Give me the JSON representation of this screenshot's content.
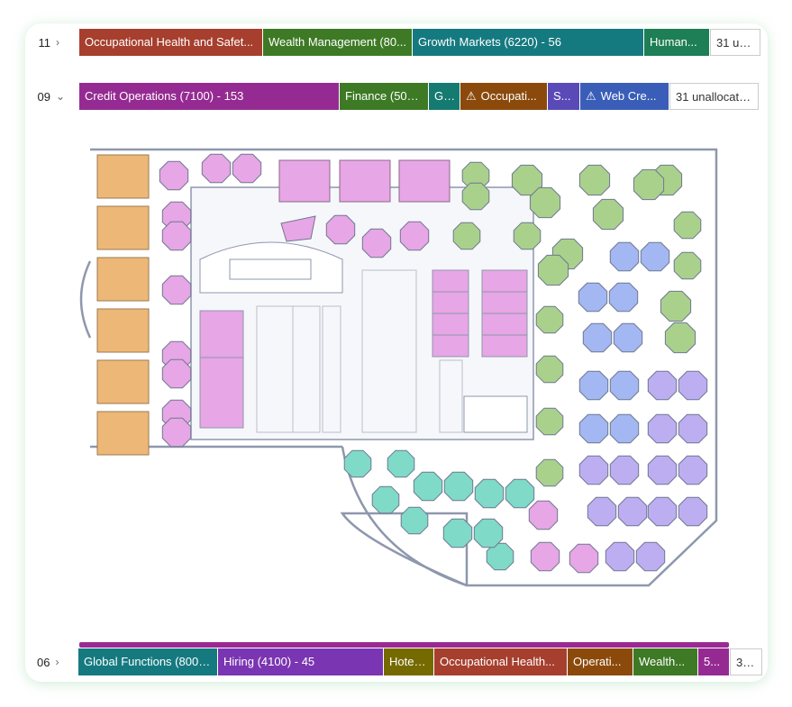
{
  "rows": [
    {
      "level": "11",
      "expanded": false,
      "chevron": "›",
      "segments": [
        {
          "label": "Occupational Health and Safet...",
          "color": "#A63F2E",
          "w": 204
        },
        {
          "label": "Wealth Management (80...",
          "color": "#3E7A25",
          "w": 166
        },
        {
          "label": "Growth Markets (6220) - 56",
          "color": "#157A80",
          "w": 257
        },
        {
          "label": "Human...",
          "color": "#1E7E55",
          "w": 73
        },
        {
          "label": "31 un...",
          "unallocated": true,
          "w": 56
        }
      ]
    },
    {
      "level": "09",
      "expanded": true,
      "chevron": "⌄",
      "segments": [
        {
          "label": "Credit Operations (7100) - 153",
          "color": "#952B92",
          "w": 289
        },
        {
          "label": "Finance (500...",
          "color": "#3E7A25",
          "w": 99
        },
        {
          "label": "Gl...",
          "color": "#157A70",
          "w": 35
        },
        {
          "label": "Occupati...",
          "color": "#8B4A0C",
          "w": 97,
          "warning": true
        },
        {
          "label": "S...",
          "color": "#5A4AB8",
          "w": 36
        },
        {
          "label": "Web Cre...",
          "color": "#3A5EB8",
          "w": 99,
          "warning": true
        },
        {
          "label": "31 unallocate...",
          "unallocated": true,
          "w": 99
        }
      ]
    },
    {
      "level": "06",
      "expanded": false,
      "chevron": "›",
      "segments": [
        {
          "label": "Global Functions (8000...",
          "color": "#157A80",
          "w": 155
        },
        {
          "label": "Hiring (4100) - 45",
          "color": "#7A35B2",
          "w": 184
        },
        {
          "label": "Hoteli...",
          "color": "#756A00",
          "w": 56
        },
        {
          "label": "Occupational Health...",
          "color": "#A63F2E",
          "w": 148
        },
        {
          "label": "Operati...",
          "color": "#8B4A0C",
          "w": 73
        },
        {
          "label": "Wealth...",
          "color": "#3E7A25",
          "w": 72
        },
        {
          "label": "5...",
          "color": "#952B92",
          "w": 35
        },
        {
          "label": "31...",
          "unallocated": true,
          "w": 36
        }
      ]
    }
  ],
  "warning_icon": "warning-triangle-icon",
  "zone_colors": {
    "orange": "#EDB877",
    "pink": "#E7A6E5",
    "green": "#A9D18C",
    "teal": "#7FDAC8",
    "blue": "#A3B7F2",
    "lavender": "#BDAEF2",
    "wall": "#8E97AD"
  }
}
